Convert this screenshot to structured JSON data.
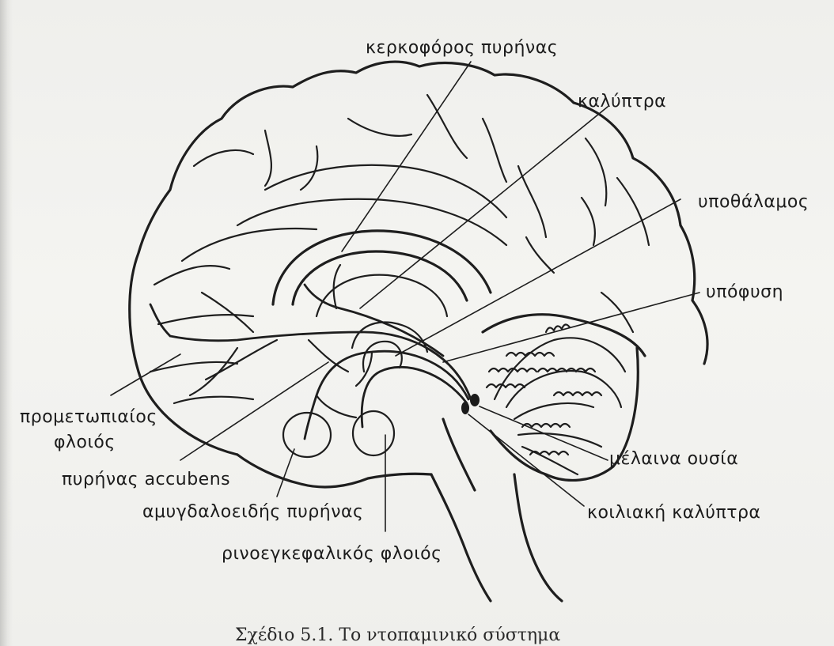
{
  "figure": {
    "labels": {
      "caudate": "κερκοφόρος πυρήνας",
      "calyptra": "καλύπτρα",
      "hypothalamus": "υποθάλαμος",
      "pituitary": "υπόφυση",
      "prefrontal_line1": "προμετωπιαίος",
      "prefrontal_line2": "φλοιός",
      "accumbens": "πυρήνας accubens",
      "amygdala": "αμυγδαλοειδής πυρήνας",
      "rhinencephalic": "ρινοεγκεφαλικός φλοιός",
      "substantia_nigra": "μέλαινα ουσία",
      "ventral_tegmental": "κοιλιακή καλύπτρα"
    },
    "caption": "Σχέδιο 5.1. Το ντοπαμινικό σύστημα"
  },
  "colors": {
    "ink": "#1e1e1e",
    "paper": "#f1f1ee"
  }
}
